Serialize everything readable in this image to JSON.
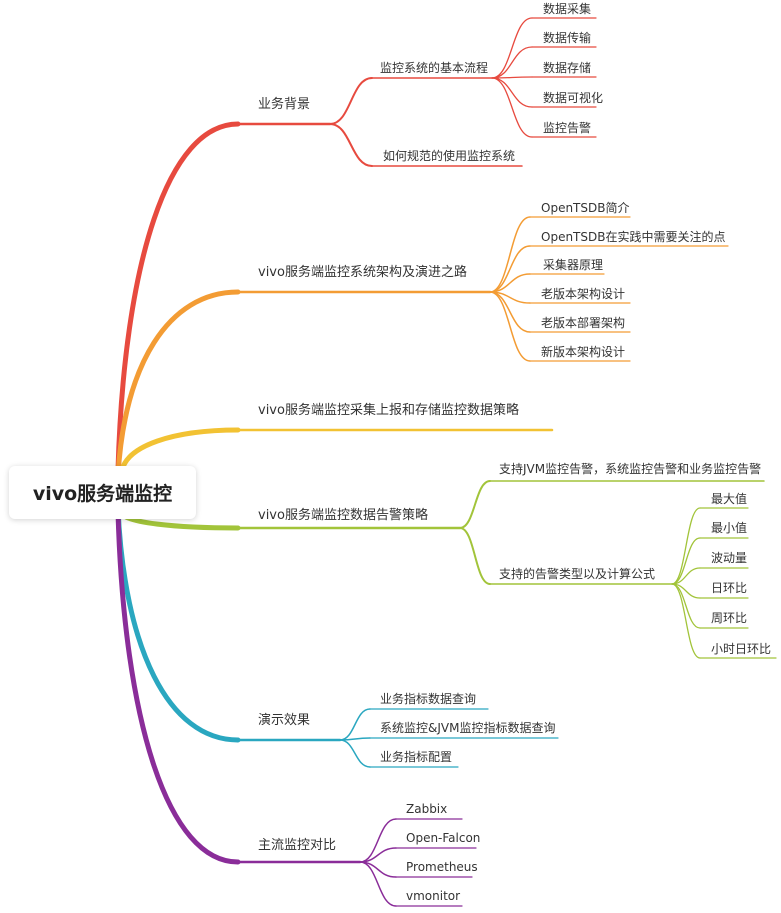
{
  "root": {
    "label": "vivo服务端监控"
  },
  "colors": {
    "red": "#e74a3f",
    "orange": "#f39c34",
    "yellow": "#f2c233",
    "green": "#a2c43a",
    "teal": "#2aa7c0",
    "purple": "#8a2d99"
  },
  "branches": [
    {
      "label": "业务背景",
      "children": [
        {
          "label": "监控系统的基本流程",
          "children": [
            {
              "label": "数据采集"
            },
            {
              "label": "数据传输"
            },
            {
              "label": "数据存储"
            },
            {
              "label": "数据可视化"
            },
            {
              "label": "监控告警"
            }
          ]
        },
        {
          "label": "如何规范的使用监控系统"
        }
      ]
    },
    {
      "label": "vivo服务端监控系统架构及演进之路",
      "children": [
        {
          "label": "OpenTSDB简介"
        },
        {
          "label": "OpenTSDB在实践中需要关注的点"
        },
        {
          "label": "采集器原理"
        },
        {
          "label": "老版本架构设计"
        },
        {
          "label": "老版本部署架构"
        },
        {
          "label": "新版本架构设计"
        }
      ]
    },
    {
      "label": "vivo服务端监控采集上报和存储监控数据策略"
    },
    {
      "label": "vivo服务端监控数据告警策略",
      "children": [
        {
          "label": "支持JVM监控告警，系统监控告警和业务监控告警"
        },
        {
          "label": "支持的告警类型以及计算公式",
          "children": [
            {
              "label": "最大值"
            },
            {
              "label": "最小值"
            },
            {
              "label": "波动量"
            },
            {
              "label": "日环比"
            },
            {
              "label": "周环比"
            },
            {
              "label": "小时日环比"
            }
          ]
        }
      ]
    },
    {
      "label": "演示效果",
      "children": [
        {
          "label": "业务指标数据查询"
        },
        {
          "label": "系统监控&JVM监控指标数据查询"
        },
        {
          "label": "业务指标配置"
        }
      ]
    },
    {
      "label": "主流监控对比",
      "children": [
        {
          "label": "Zabbix"
        },
        {
          "label": "Open-Falcon"
        },
        {
          "label": "Prometheus"
        },
        {
          "label": "vmonitor"
        }
      ]
    }
  ]
}
